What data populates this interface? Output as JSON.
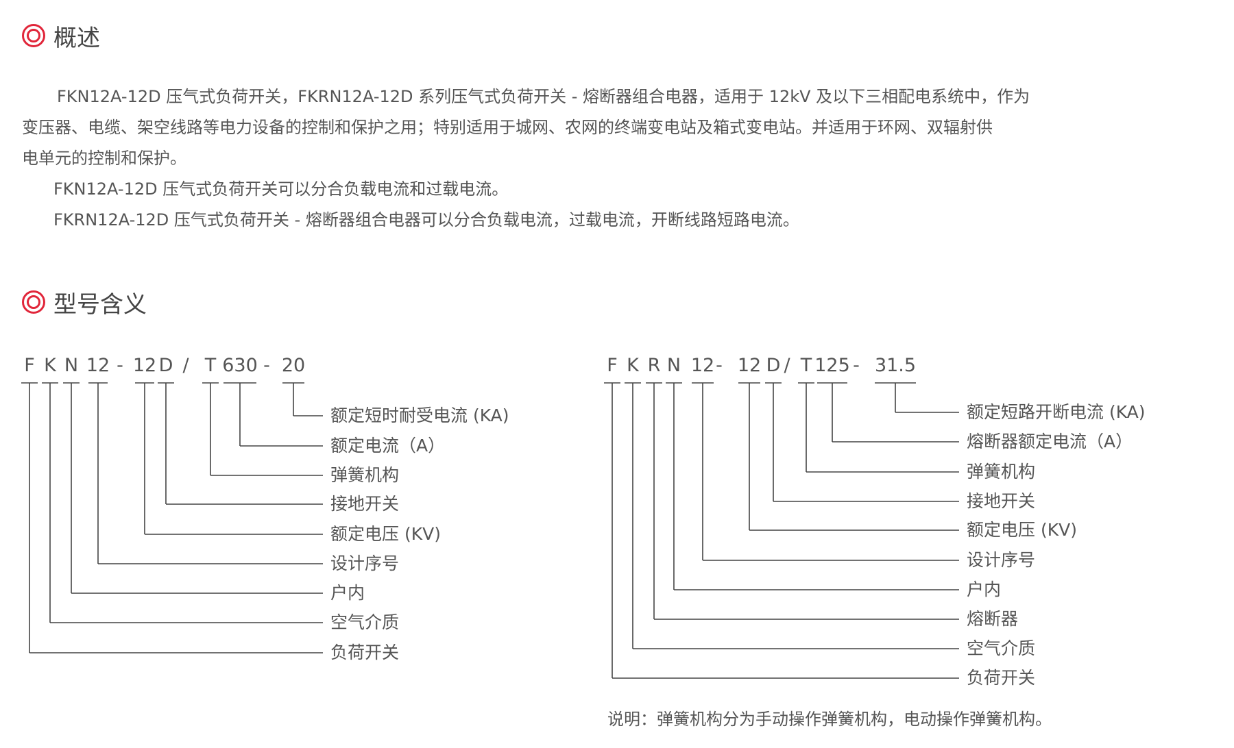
{
  "overview": {
    "title": "概述",
    "lines": [
      "FKN12A-12D 压气式负荷开关，FKRN12A-12D 系列压气式负荷开关 - 熔断器组合电器，适用于 12kV 及以下三相配电系统中，作为",
      "变压器、电缆、架空线路等电力设备的控制和保护之用；特别适用于城网、农网的终端变电站及箱式变电站。并适用于环网、双辐射供",
      "电单元的控制和保护。",
      "FKN12A-12D 压气式负荷开关可以分合负载电流和过载电流。",
      "FKRN12A-12D 压气式负荷开关 - 熔断器组合电器可以分合负载电流，过载电流，开断线路短路电流。"
    ]
  },
  "model": {
    "title": "型号含义",
    "left": {
      "tokens": [
        "F",
        "K",
        "N",
        "12",
        "-",
        "12",
        "D",
        "/",
        "T",
        "630",
        "-",
        "20"
      ],
      "labels": [
        "额定短时耐受电流 (KA)",
        "额定电流（A）",
        "弹簧机构",
        "接地开关",
        "额定电压 (KV)",
        "设计序号",
        "户内",
        "空气介质",
        "负荷开关"
      ]
    },
    "right": {
      "tokens": [
        "F",
        "K",
        "R",
        "N",
        "12",
        "-",
        "12",
        "D",
        "/",
        "T",
        "125",
        "-",
        "31.5"
      ],
      "labels": [
        "额定短路开断电流 (KA)",
        "熔断器额定电流（A）",
        "弹簧机构",
        "接地开关",
        "额定电压 (KV)",
        "设计序号",
        "户内",
        "熔断器",
        "空气介质",
        "负荷开关"
      ]
    },
    "note": "说明：弹簧机构分为手动操作弹簧机构，电动操作弹簧机构。"
  },
  "colors": {
    "accent": "#e1263a",
    "text": "#555555",
    "line": "#444444"
  }
}
